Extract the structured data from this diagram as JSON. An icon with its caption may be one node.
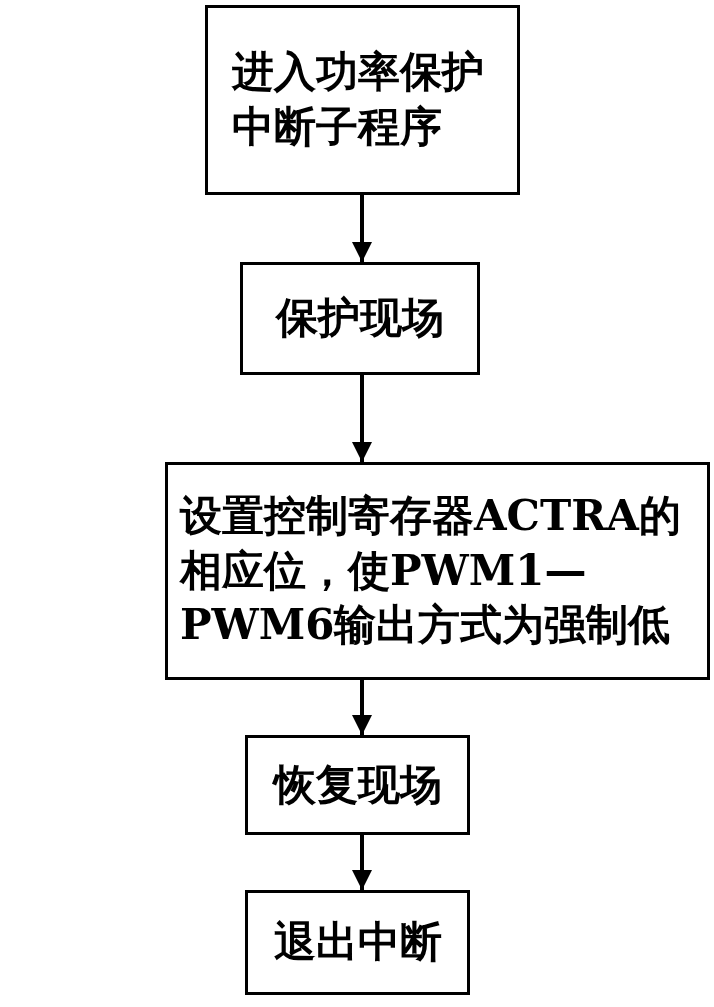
{
  "diagram": {
    "nodes": [
      {
        "text": [
          "进入功率保护中断子程序"
        ]
      },
      {
        "text": [
          "保护现场"
        ]
      },
      {
        "text": [
          "设置控制寄存器ACTRA的相应位，使PWM1—PWM6输出方式为强制低"
        ]
      },
      {
        "text": [
          "恢复现场"
        ]
      },
      {
        "text": [
          "退出中断"
        ]
      }
    ],
    "edges": [
      {
        "from": 0,
        "to": 1,
        "arrow": "to"
      },
      {
        "from": 1,
        "to": 2,
        "arrow": "to"
      },
      {
        "from": 2,
        "to": 3,
        "arrow": "to"
      },
      {
        "from": 3,
        "to": 4,
        "arrow": "to"
      }
    ]
  }
}
